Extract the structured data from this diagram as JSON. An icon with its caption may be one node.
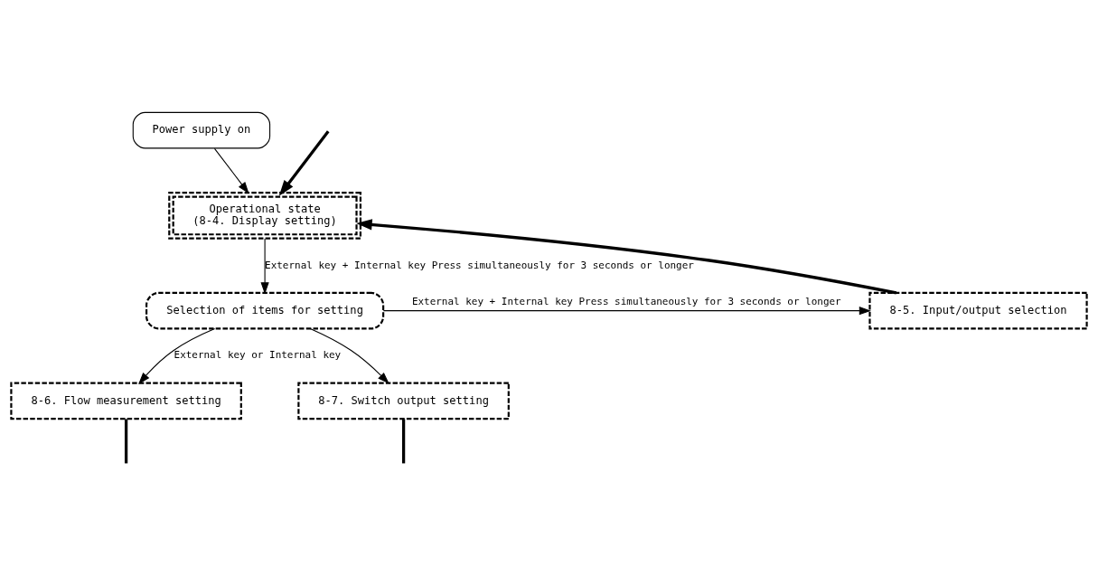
{
  "diagram": {
    "nodes": [
      {
        "text": [
          "Power supply on"
        ]
      },
      {
        "text": [
          "Operational state",
          "(8-4. Display setting)"
        ]
      },
      {
        "text": [
          "Selection of items for setting"
        ]
      },
      {
        "text": [
          "8-5. Input/output selection"
        ]
      },
      {
        "text": [
          "8-6. Flow measurement setting"
        ]
      },
      {
        "text": [
          "8-7. Switch output setting"
        ]
      }
    ],
    "edges": [
      {
        "from": 0,
        "to": 1,
        "arrow": "to"
      },
      {
        "from": 1,
        "to": 2,
        "arrow": "to",
        "label": "External key + Internal key Press simultaneously for 3 seconds or longer"
      },
      {
        "from": 2,
        "to": 3,
        "arrow": "to",
        "label": "External key + Internal key Press simultaneously for 3 seconds or longer"
      },
      {
        "from": 3,
        "to": 1,
        "arrow": "to",
        "style": "thick"
      },
      {
        "from": 2,
        "to": 4,
        "arrow": "to",
        "label": "External key or Internal key"
      },
      {
        "from": 2,
        "to": 5,
        "arrow": "to"
      },
      {
        "from": 4,
        "to": null,
        "arrow": "none",
        "style": "thick"
      },
      {
        "from": 5,
        "to": null,
        "arrow": "none",
        "style": "thick"
      },
      {
        "from": null,
        "to": 1,
        "arrow": "to",
        "style": "thick"
      }
    ]
  }
}
